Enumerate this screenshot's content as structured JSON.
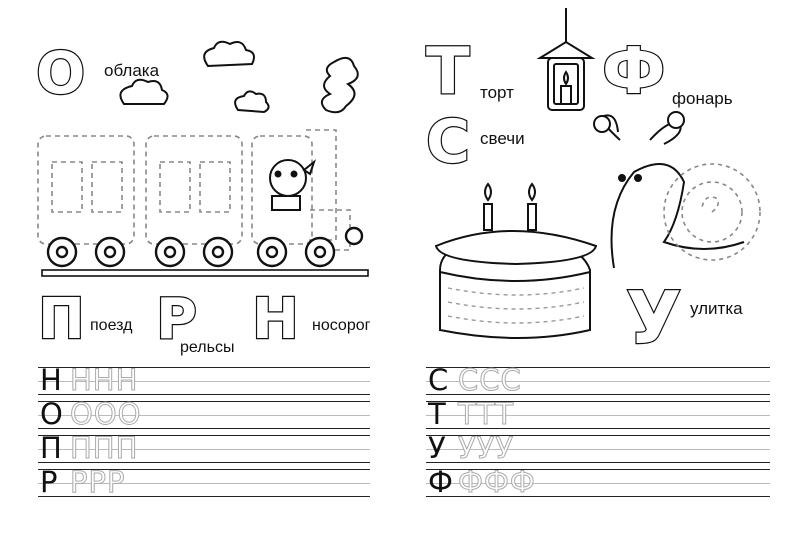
{
  "left": {
    "top_letter": "О",
    "top_word": "облака",
    "bottom": [
      {
        "letter": "П",
        "word": "поезд"
      },
      {
        "letter": "Р",
        "word": "рельсы"
      },
      {
        "letter": "Н",
        "word": "носорог"
      }
    ],
    "rows": [
      {
        "lead": "Н",
        "trace": "ННН"
      },
      {
        "lead": "О",
        "trace": "ООО"
      },
      {
        "lead": "П",
        "trace": "ППП"
      },
      {
        "lead": "Р",
        "trace": "РРР"
      }
    ]
  },
  "right": {
    "labels": [
      {
        "letter": "Т",
        "word": "торт"
      },
      {
        "letter": "Ф",
        "word": "фонарь"
      },
      {
        "letter": "С",
        "word": "свечи"
      },
      {
        "letter": "У",
        "word": "улитка"
      }
    ],
    "rows": [
      {
        "lead": "С",
        "trace": "ССС"
      },
      {
        "lead": "Т",
        "trace": "ТТТ"
      },
      {
        "lead": "У",
        "trace": "УУУ"
      },
      {
        "lead": "Ф",
        "trace": "ФФФ"
      }
    ]
  },
  "icons": [
    "cloud-icon",
    "train-icon",
    "rhino-icon",
    "smoke-icon",
    "rail-icon",
    "cake-icon",
    "candle-icon",
    "lantern-icon",
    "snail-icon"
  ]
}
